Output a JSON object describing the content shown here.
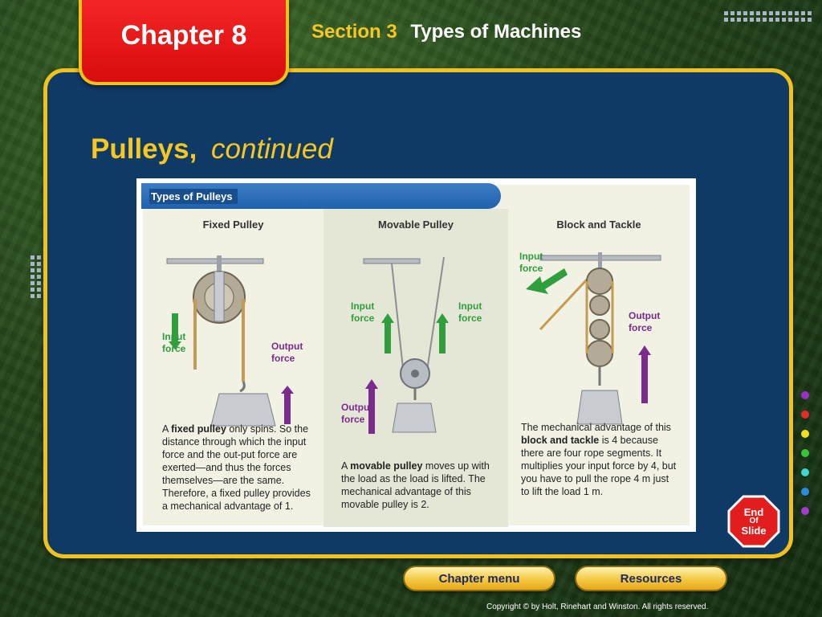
{
  "header": {
    "chapter": "Chapter 8",
    "section_number": "Section 3",
    "section_title": "Types of Machines"
  },
  "slide": {
    "title": "Pulleys,",
    "title_continued": "continued"
  },
  "figure": {
    "header": "Types of Pulleys",
    "fixed": {
      "title": "Fixed Pulley",
      "input_label": "Input force",
      "output_label": "Output force",
      "desc_pre": "A ",
      "desc_term": "fixed pulley",
      "desc_post": " only spins. So the distance through which the input force and the out-put force are exerted—and thus the forces themselves—are the same. Therefore, a fixed pulley provides a mechanical advantage of 1."
    },
    "movable": {
      "title": "Movable Pulley",
      "input_label_left": "Input force",
      "input_label_right": "Input force",
      "output_label": "Output force",
      "desc_pre": "A ",
      "desc_term": "movable pulley",
      "desc_post": " moves up with the load as the load is lifted. The mechanical advantage of this movable pulley is 2."
    },
    "block": {
      "title": "Block and Tackle",
      "input_label": "Input force",
      "output_label": "Output force",
      "desc_pre": "The mechanical advantage of this ",
      "desc_term": "block and tackle",
      "desc_post": " is 4 because there are four rope segments. It multiplies your input force by 4, but you have to pull the rope 4 m just to lift the load 1 m."
    }
  },
  "end_slide": {
    "line1": "End",
    "line2": "Of",
    "line3": "Slide"
  },
  "nav": {
    "chapter_menu": "Chapter menu",
    "resources": "Resources"
  },
  "copyright": "Copyright © by Holt, Rinehart and Winston. All rights reserved.",
  "colors": {
    "accent_yellow": "#f1c21b",
    "panel_blue": "#103a66",
    "chapter_red": "#e51616",
    "input_green": "#2f9e3c",
    "output_purple": "#7a2b8c",
    "dot_colors": [
      "#9b2fc9",
      "#e52b2b",
      "#f0e020",
      "#35c735",
      "#3fd6cf",
      "#2a8ce0",
      "#a03ad1"
    ]
  }
}
